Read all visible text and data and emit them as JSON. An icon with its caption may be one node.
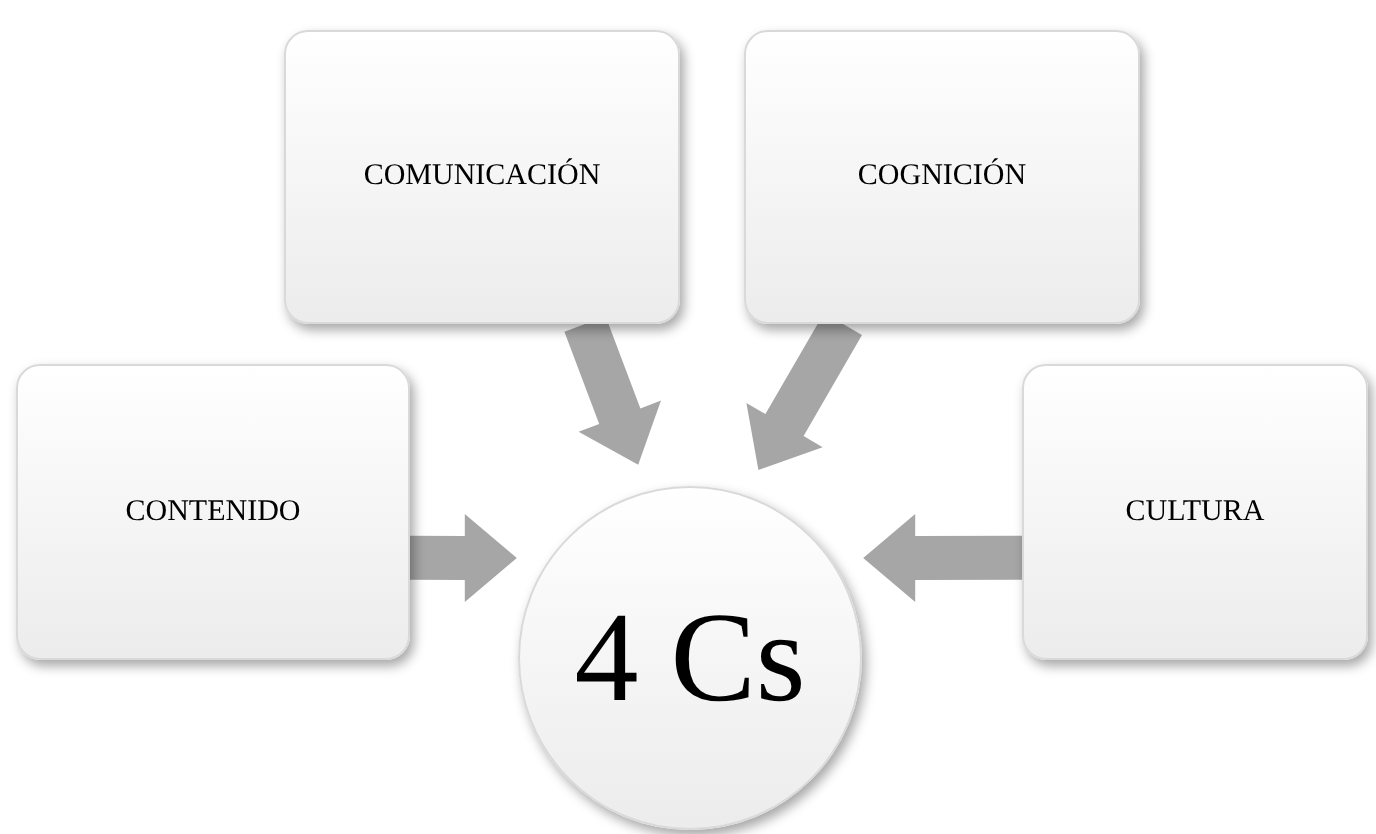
{
  "diagram": {
    "nodes": [
      {
        "text": [
          "COMUNICACIÓN"
        ]
      },
      {
        "text": [
          "COGNICIÓN"
        ]
      },
      {
        "text": [
          "CONTENIDO"
        ]
      },
      {
        "text": [
          "CULTURA"
        ]
      },
      {
        "text": [
          "4 Cs"
        ]
      }
    ],
    "edges": [
      {
        "from": 2,
        "to": 4,
        "arrow": "to",
        "style": "thick",
        "color": "#a6a6a6"
      },
      {
        "from": 0,
        "to": 4,
        "arrow": "to",
        "style": "thick",
        "color": "#a6a6a6"
      },
      {
        "from": 1,
        "to": 4,
        "arrow": "to",
        "style": "thick",
        "color": "#a6a6a6"
      },
      {
        "from": 3,
        "to": 4,
        "arrow": "to",
        "style": "thick",
        "color": "#a6a6a6"
      }
    ]
  }
}
